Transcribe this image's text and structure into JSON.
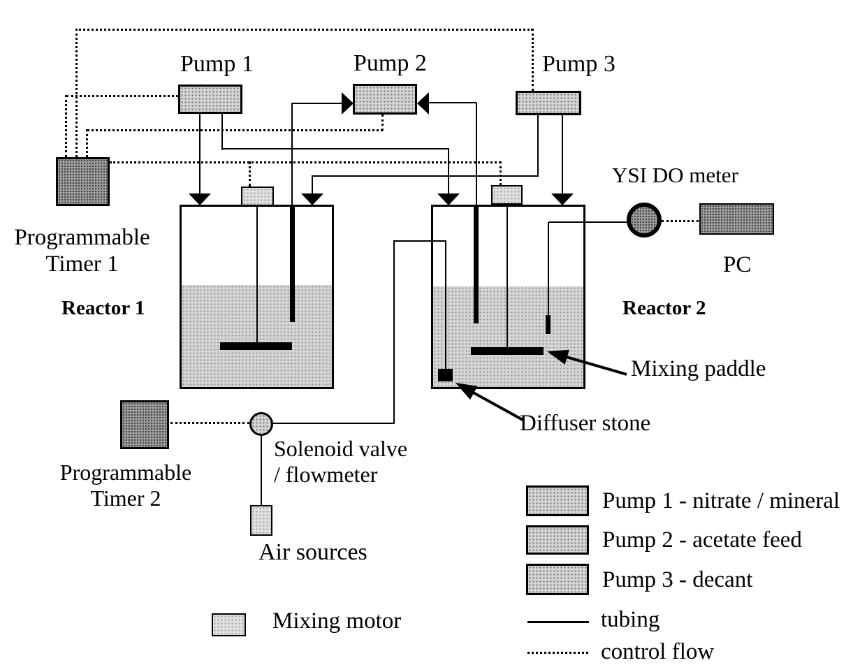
{
  "labels": {
    "pump1": "Pump 1",
    "pump2": "Pump 2",
    "pump3": "Pump 3",
    "timer1_line1": "Programmable",
    "timer1_line2": "Timer 1",
    "timer2_line1": "Programmable",
    "timer2_line2": "Timer 2",
    "reactor1": "Reactor 1",
    "reactor2": "Reactor 2",
    "ysi_do_meter": "YSI DO meter",
    "pc": "PC",
    "mixing_paddle": "Mixing paddle",
    "diffuser_stone": "Diffuser stone",
    "solenoid_line1": "Solenoid valve",
    "solenoid_line2": "/ flowmeter",
    "air_sources": "Air sources"
  },
  "legend": {
    "mixing_motor": "Mixing motor",
    "items": [
      {
        "swatch": "pump-box",
        "label": "Pump 1 - nitrate / mineral"
      },
      {
        "swatch": "pump-box",
        "label": "Pump 2 - acetate feed"
      },
      {
        "swatch": "pump-box",
        "label": "Pump 3 - decant"
      },
      {
        "swatch": "solid-line",
        "label": "tubing"
      },
      {
        "swatch": "dotted-line",
        "label": "control flow"
      }
    ]
  },
  "colors": {
    "ink": "#000000",
    "background": "#ffffff",
    "pump_fill": "#d4d4d4",
    "device_fill": "#9b9b9b",
    "motor_fill": "#e0e0e0",
    "liquid_fill": "#d4d4d4"
  }
}
